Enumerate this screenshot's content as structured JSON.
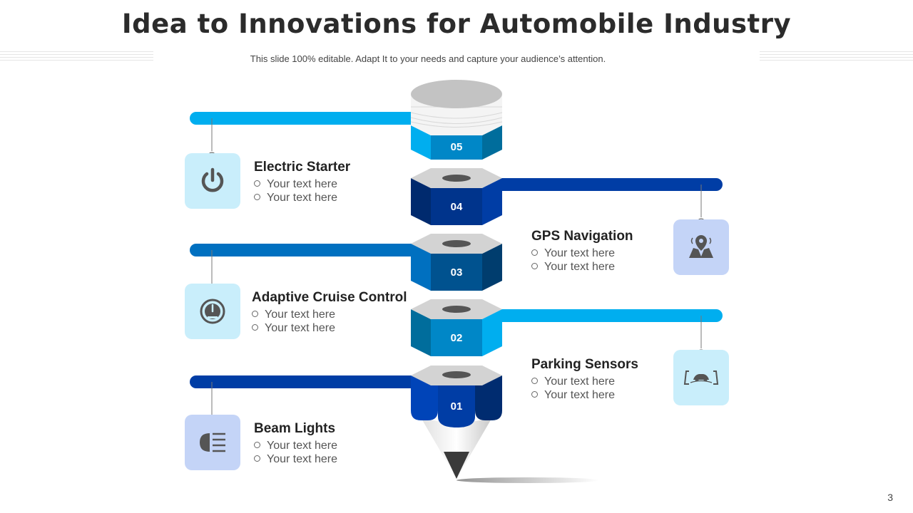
{
  "title": "Idea to Innovations for Automobile Industry",
  "subtitle": "This slide 100% editable. Adapt  It to your needs and capture your audience’s attention.",
  "page_number": "3",
  "colors": {
    "light_blue": "#00aeef",
    "mid_blue": "#0070c0",
    "dark_blue": "#003da5",
    "teal": "#006d9c",
    "icon_bg_light": "#c9eefb",
    "icon_bg_blue": "#c4d4f7",
    "icon_color": "#555555"
  },
  "segments": [
    {
      "num": "05",
      "title": "Electric Starter",
      "bullets": [
        "Your text here",
        "Your text here"
      ],
      "icon": "power-icon",
      "side": "left"
    },
    {
      "num": "04",
      "title": "GPS Navigation",
      "bullets": [
        "Your text here",
        "Your text here"
      ],
      "icon": "gps-map-icon",
      "side": "right"
    },
    {
      "num": "03",
      "title": "Adaptive Cruise Control",
      "bullets": [
        "Your text here",
        "Your text here"
      ],
      "icon": "speedometer-icon",
      "side": "left"
    },
    {
      "num": "02",
      "title": "Parking Sensors",
      "bullets": [
        "Your text here",
        "Your text here"
      ],
      "icon": "parking-sensor-icon",
      "side": "right"
    },
    {
      "num": "01",
      "title": "Beam Lights",
      "bullets": [
        "Your text here",
        "Your text here"
      ],
      "icon": "headlight-icon",
      "side": "left"
    }
  ]
}
